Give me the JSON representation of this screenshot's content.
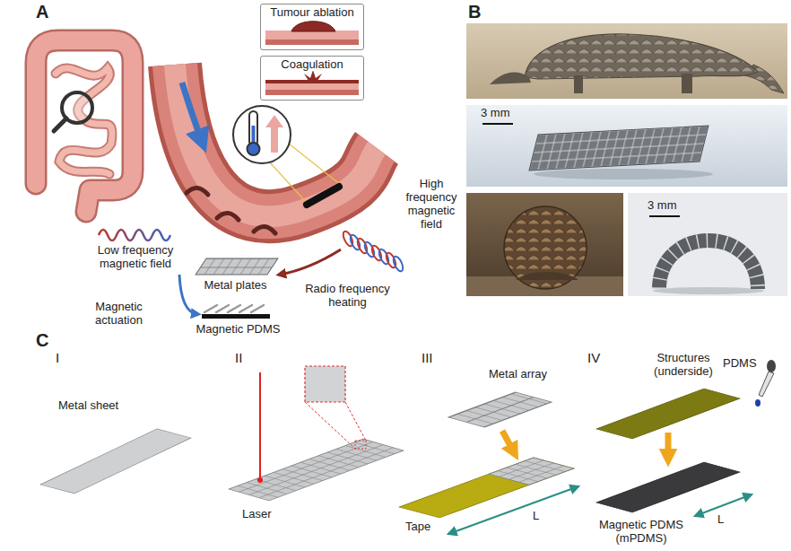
{
  "diagram": {
    "nodes": [
      {
        "text": [
          "Tumour ablation"
        ]
      },
      {
        "text": [
          "Coagulation"
        ]
      }
    ],
    "labels": [
      "A",
      "Low frequency magnetic field",
      "Magnetic actuation",
      "High frequency magnetic field",
      "Radio frequency heating",
      "Metal plates",
      "Magnetic PDMS",
      "B",
      "3 mm",
      "3 mm",
      "C",
      "I",
      "Metal sheet",
      "II",
      "Laser",
      "III",
      "Metal array",
      "Tape",
      "L",
      "IV",
      "Structures (underside)",
      "PDMS",
      "Magnetic PDMS (mPDMS)",
      "L"
    ]
  }
}
